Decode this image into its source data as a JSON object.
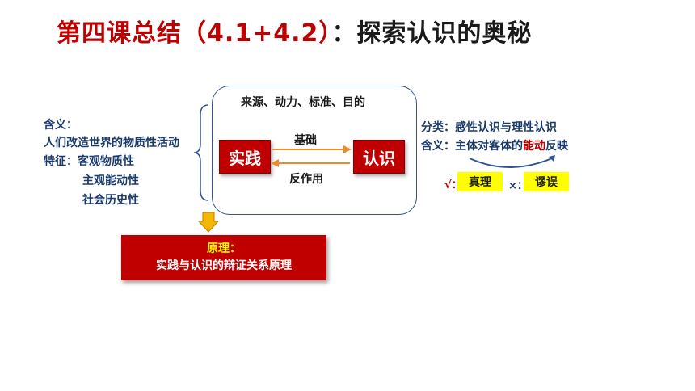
{
  "title": {
    "part1": "第四课总结（4.1+4.2）",
    "part2": "：探索认识的奥秘"
  },
  "left": {
    "meaning_label": "含义：",
    "meaning_text": "人们改造世界的物质性活动",
    "feature_label": "特征：客观物质性",
    "feature_2": "主观能动性",
    "feature_3": "社会历史性"
  },
  "center": {
    "top_text": "来源、动力、标准、目的",
    "practice": "实践",
    "cognition": "认识",
    "basis": "基础",
    "reaction": "反作用"
  },
  "principle": {
    "label": "原理：",
    "text": "实践与认识的辩证关系原理"
  },
  "right": {
    "classify": "分类：感性认识与理性认识",
    "meaning_prefix": "含义：主体对客体的",
    "meaning_highlight": "能动",
    "meaning_suffix": "反映",
    "check_symbol": "√：",
    "truth": "真理",
    "cross_symbol": "×：",
    "fallacy": "谬误"
  },
  "colors": {
    "accent_red": "#c00000",
    "text_blue": "#1a3a6a",
    "highlight_yellow": "#ffff00",
    "arrow_orange": "#f08a24",
    "box_outline_blue": "#2f5597"
  }
}
